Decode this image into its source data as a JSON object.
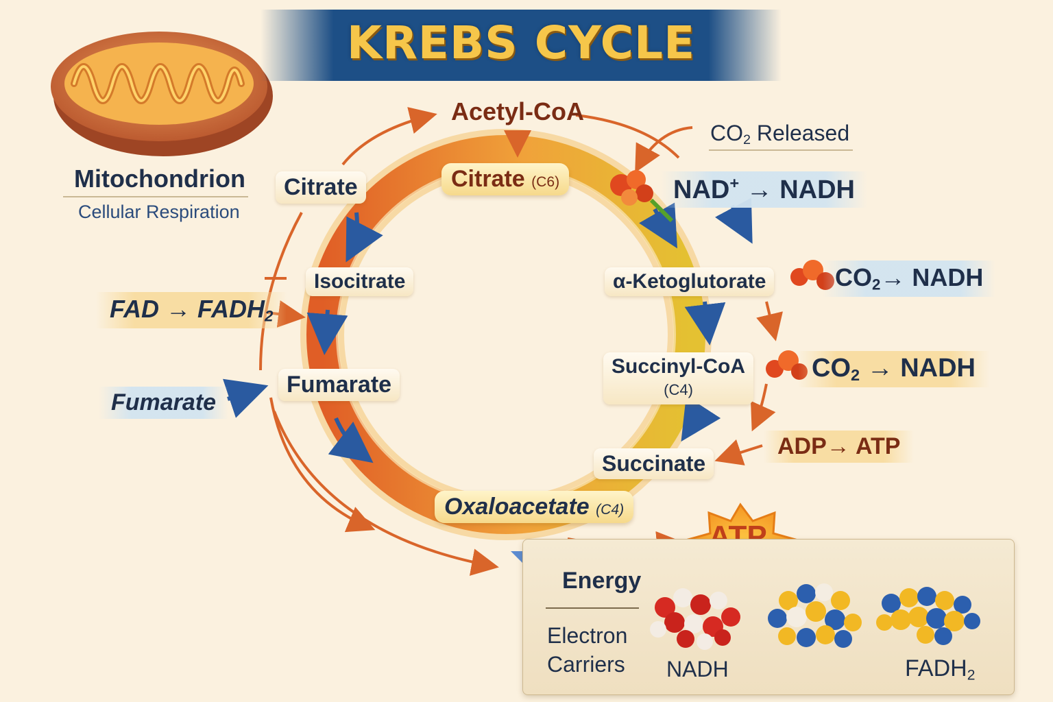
{
  "title": "KREBS CYCLE",
  "mitochondrion": {
    "label": "Mitochondrion",
    "sublabel": "Cellular Respiration"
  },
  "top": {
    "acetyl_coa": "Acetyl-CoA",
    "co2_released": "CO",
    "co2_sub": "2",
    "co2_rest": " Released"
  },
  "cycle": {
    "citrate_main": "Citrate",
    "citrate_main_sub": "(C6)",
    "citrate_left": "Citrate",
    "isocitrate": "Isocitrate",
    "alpha_kg": "α-Ketoglutorate",
    "succinyl_coa": "Succinyl-CoA",
    "succinyl_coa_sub": "(C4)",
    "succinate": "Succinate",
    "fumarate": "Fumarate",
    "oxaloacetate": "Oxaloacetate",
    "oxaloacetate_sub": "(C4)"
  },
  "side": {
    "nad": "NAD",
    "nad_sup": "+",
    "nad_rest": " → NADH",
    "co2_a": "CO",
    "co2_a_sub": "2",
    "co2_a_rest": "→ NADH",
    "co2_b": "CO",
    "co2_b_sub": "2",
    "co2_b_rest": " → NADH",
    "adp_atp": "ADP→ ATP",
    "fad": "FAD → FADH",
    "fad_sub": "2",
    "fumarate_in": "Fumarate"
  },
  "atp": "ATP",
  "legend": {
    "energy": "Energy",
    "electron": "Electron",
    "carriers": "Carriers",
    "nadh": "NADH",
    "fadh": "FADH",
    "fadh_sub": "2"
  },
  "colors": {
    "banner": "#1d4f86",
    "title": "#f6c64a",
    "text": "#1f2f4a",
    "arrow_orange": "#d9652a",
    "arrow_blue": "#2a5aa0",
    "ring_orange": "#e36f2a",
    "ring_yellow": "#e8b92e",
    "atp_burst": "#f5a623"
  }
}
